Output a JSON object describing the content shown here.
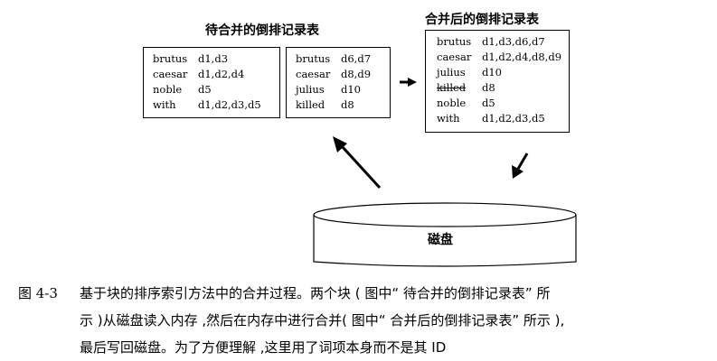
{
  "titles": {
    "left": "待合并的倒排记录表",
    "right": "合并后的倒排记录表"
  },
  "block1": [
    {
      "term": "brutus",
      "postings": "d1,d3"
    },
    {
      "term": "caesar",
      "postings": "d1,d2,d4"
    },
    {
      "term": "noble",
      "postings": "d5"
    },
    {
      "term": "with",
      "postings": "d1,d2,d3,d5"
    }
  ],
  "block2": [
    {
      "term": "brutus",
      "postings": "d6,d7"
    },
    {
      "term": "caesar",
      "postings": "d8,d9"
    },
    {
      "term": "julius",
      "postings": "d10"
    },
    {
      "term": "killed",
      "postings": "d8"
    }
  ],
  "merged": [
    {
      "term": "brutus",
      "postings": "d1,d3,d6,d7"
    },
    {
      "term": "caesar",
      "postings": "d1,d2,d4,d8,d9"
    },
    {
      "term": "julius",
      "postings": "d10"
    },
    {
      "term": "killed",
      "postings": "d8"
    },
    {
      "term": "noble",
      "postings": "d5"
    },
    {
      "term": "with",
      "postings": "d1,d2,d3,d5"
    }
  ],
  "disk_label": "磁盘",
  "caption": {
    "figure_number": "图 4-3",
    "line1": "基于块的排序索引方法中的合并过程。两个块 ( 图中“ 待合并的倒排记录表” 所",
    "line2": "示 )从磁盘读入内存 ,然后在内存中进行合并( 图中“ 合并后的倒排记录表” 所示 ),",
    "line3": "最后写回磁盘。为了方便理解 ,这里用了词项本身而不是其 ID"
  }
}
